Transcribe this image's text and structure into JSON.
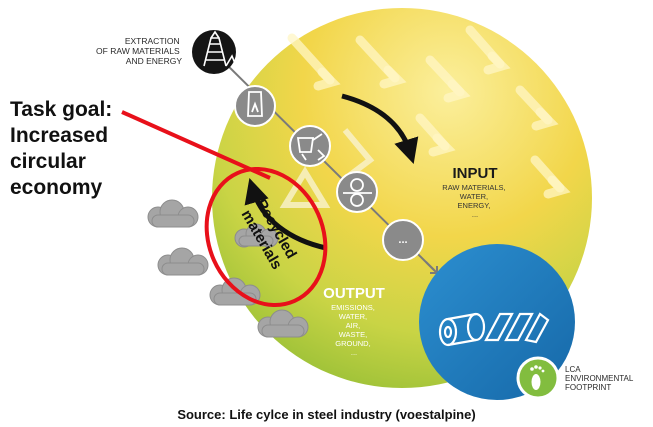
{
  "task_goal": {
    "lines": [
      "Task goal:",
      "Increased",
      "circular",
      "economy"
    ]
  },
  "extraction": {
    "lines": [
      "EXTRACTION",
      "OF RAW MATERIALS",
      "AND ENERGY"
    ],
    "icon": "mine-tower-icon"
  },
  "process_steps": [
    {
      "icon": "furnace-icon"
    },
    {
      "icon": "ladle-icon"
    },
    {
      "icon": "rolling-mill-icon"
    },
    {
      "icon": "more-icon",
      "label": "..."
    }
  ],
  "input": {
    "title": "INPUT",
    "lines": [
      "RAW MATERIALS,",
      "WATER,",
      "ENERGY,",
      "..."
    ]
  },
  "output": {
    "title": "OUTPUT",
    "lines": [
      "EMISSIONS,",
      "WATER,",
      "AIR,",
      "WASTE,",
      "GROUND,",
      "..."
    ]
  },
  "recycled": {
    "lines": [
      "Recycled",
      "materials"
    ]
  },
  "lca": {
    "lines": [
      "LCA",
      "ENVIRONMENTAL",
      "FOOTPRINT"
    ],
    "icon": "footprint-icon"
  },
  "source": "Source: Life cylce in steel industry (voestalpine)",
  "colors": {
    "yellow": "#f2d33a",
    "green": "#9cc23c",
    "blue": "#1f7fc0",
    "step_grey": "#8a8a8a",
    "red_highlight": "#e8101a"
  }
}
